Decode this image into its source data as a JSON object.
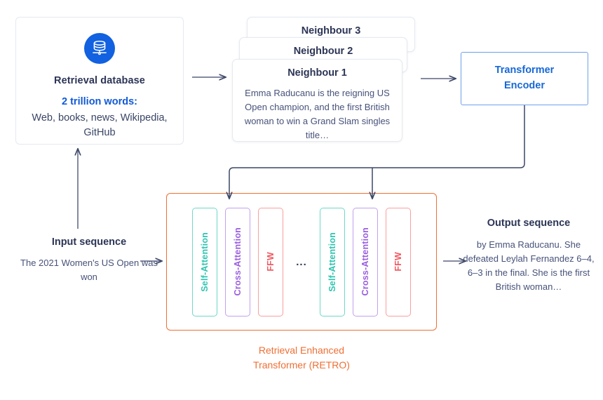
{
  "retrieval_database": {
    "icon": "database-icon",
    "title": "Retrieval database",
    "highlight": "2 trillion words:",
    "sources": "Web, books, news, Wikipedia, GitHub"
  },
  "neighbours": [
    {
      "title": "Neighbour 3",
      "body": ""
    },
    {
      "title": "Neighbour 2",
      "body": ""
    },
    {
      "title": "Neighbour 1",
      "body": "Emma Raducanu is the reigning US Open champion, and the first British woman to win a Grand Slam singles title…"
    }
  ],
  "transformer_encoder": {
    "line1": "Transformer",
    "line2": "Encoder"
  },
  "retro": {
    "blocks": [
      {
        "label": "Self-Attention",
        "kind": "self"
      },
      {
        "label": "Cross-Attention",
        "kind": "cross"
      },
      {
        "label": "FFW",
        "kind": "ffw"
      },
      {
        "label": "Self-Attention",
        "kind": "self"
      },
      {
        "label": "Cross-Attention",
        "kind": "cross"
      },
      {
        "label": "FFW",
        "kind": "ffw"
      }
    ],
    "ellipsis": "...",
    "caption": "Retrieval Enhanced Transformer (RETRO)"
  },
  "input_sequence": {
    "title": "Input sequence",
    "body": "The 2021 Women's US Open was won"
  },
  "output_sequence": {
    "title": "Output sequence",
    "body": "by Emma Raducanu. She defeated Leylah Fernandez 6–4, 6–3 in the final. She is the first British woman…"
  },
  "colors": {
    "brand_blue": "#1159d8",
    "encoder_blue": "#1668d8",
    "encoder_border": "#6fa0e8",
    "retro_orange": "#ef6f34",
    "self_attention": "#2ec4b0",
    "cross_attention": "#9a5fe0",
    "ffw": "#f05a62",
    "text_navy": "#2c3556",
    "text_body": "#47527a",
    "card_border": "#e4e9f0",
    "arrow": "#5b6481"
  }
}
